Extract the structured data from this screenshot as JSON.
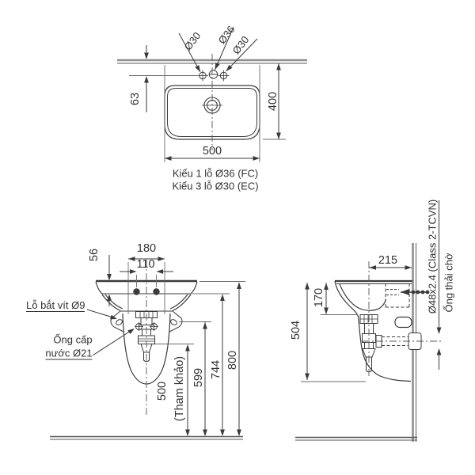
{
  "drawing": {
    "top_view": {
      "hole_labels": [
        "Ø30",
        "Ø36",
        "Ø30"
      ],
      "dim_wall_to_hole": "63",
      "dim_depth": "400",
      "dim_width": "500",
      "caption_line1": "Kiểu 1 lỗ Ø36 (FC)",
      "caption_line2": "Kiểu 3 lỗ Ø30 (EC)"
    },
    "front_view": {
      "dim_rim_thickness": "56",
      "dim_screw_spacing": "180",
      "dim_hanger_spacing": "110",
      "label_screw_hole": "Lỗ bắt vít Ø9",
      "label_supply_line1": "Ống cấp",
      "label_supply_line2": "nước Ø21",
      "dim_height_supply": "500",
      "dim_height_supply_note": "(Tham khảo)",
      "dim_height_screw": "599",
      "dim_height_hanger": "744",
      "dim_height_rim": "800"
    },
    "side_view": {
      "dim_drain_to_wall": "215",
      "dim_rim_to_drain": "170",
      "dim_rim_to_shroud": "504",
      "label_waste_pipe_spec": "Ø48x2.4 (Class 2-TCVN)",
      "label_waste_stub": "Ống thải chờ"
    },
    "line_colors": {
      "object": "#3a3a3a",
      "heavy": "#8f8f8f",
      "thin": "#6b6b6b"
    }
  }
}
